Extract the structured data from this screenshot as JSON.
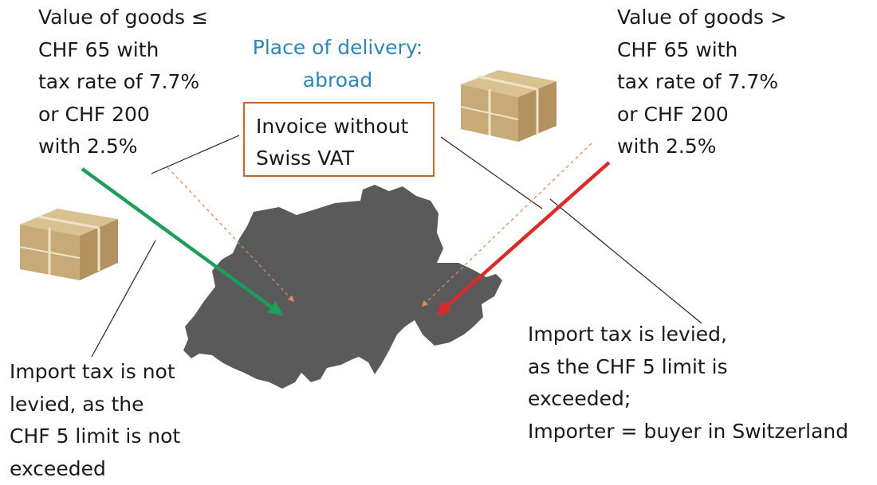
{
  "diagram": {
    "top_left_text": [
      "Value of goods ≤",
      "CHF 65 with",
      "tax rate of 7.7%",
      "or CHF 200",
      "with 2.5%"
    ],
    "top_right_text": [
      "Value of goods >",
      "CHF 65 with",
      "tax rate of 7.7%",
      "or CHF 200",
      "with 2.5%"
    ],
    "delivery_label": [
      "Place of delivery:",
      "abroad"
    ],
    "invoice_box": [
      "Invoice without",
      "Swiss VAT"
    ],
    "bottom_left_text": [
      "Import tax is not",
      "levied, as the",
      "CHF 5 limit is not",
      "exceeded"
    ],
    "bottom_right_text": [
      "Import tax is levied,",
      "as the CHF 5 limit is",
      "exceeded;",
      "Importer = buyer in Switzerland"
    ],
    "colors": {
      "green_arrow": "#1e9e5a",
      "red_arrow": "#d92b2b",
      "dashed_arrow": "#e08a55",
      "map": "#5a5a5a",
      "label_blue": "#2f86b5",
      "box_border": "#c0692a",
      "parcel": "#c8aa78"
    },
    "icons": [
      "switzerland-map",
      "parcel-icon-left",
      "parcel-icon-right"
    ]
  }
}
